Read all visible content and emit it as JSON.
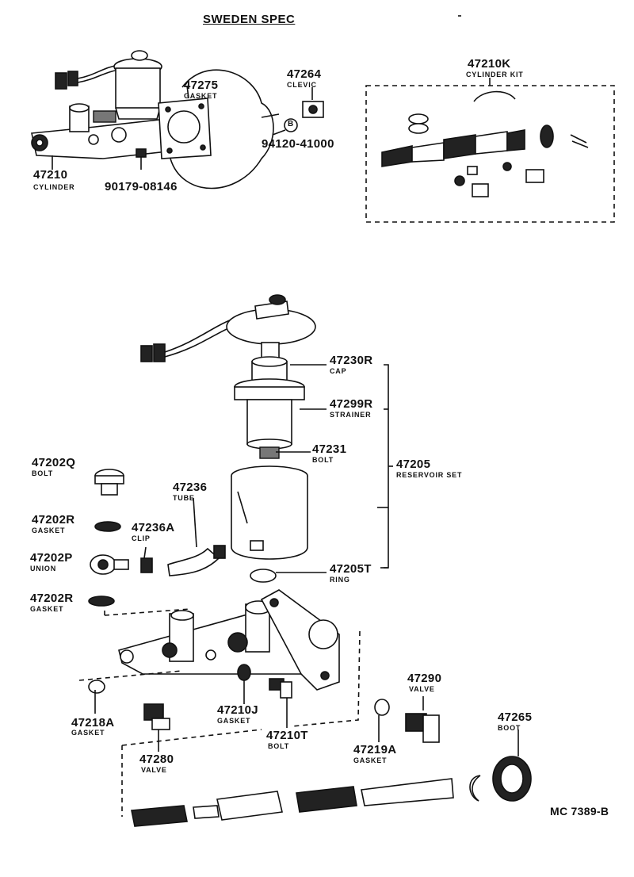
{
  "title": "SWEDEN SPEC",
  "figure_code": "MC 7389-B",
  "circle_mark": "B",
  "parts": {
    "p47210": {
      "number": "47210",
      "name": "CYLINDER"
    },
    "p90179": {
      "number": "90179-08146"
    },
    "p47275": {
      "number": "47275",
      "name": "GASKET"
    },
    "p47264": {
      "number": "47264",
      "name": "CLEVIC"
    },
    "p94120": {
      "number": "94120-41000"
    },
    "p47210K": {
      "number": "47210K",
      "name": "CYLINDER KIT"
    },
    "p47230R": {
      "number": "47230R",
      "name": "CAP"
    },
    "p47299R": {
      "number": "47299R",
      "name": "STRAINER"
    },
    "p47231": {
      "number": "47231",
      "name": "BOLT"
    },
    "p47205": {
      "number": "47205",
      "name": "RESERVOIR SET"
    },
    "p47205T": {
      "number": "47205T",
      "name": "RING"
    },
    "p47202Q": {
      "number": "47202Q",
      "name": "BOLT"
    },
    "p47236": {
      "number": "47236",
      "name": "TUBE"
    },
    "p47202R1": {
      "number": "47202R",
      "name": "GASKET"
    },
    "p47236A": {
      "number": "47236A",
      "name": "CLIP"
    },
    "p47202P": {
      "number": "47202P",
      "name": "UNION"
    },
    "p47202R2": {
      "number": "47202R",
      "name": "GASKET"
    },
    "p47218A": {
      "number": "47218A",
      "name": "GASKET"
    },
    "p47280": {
      "number": "47280",
      "name": "VALVE"
    },
    "p47210J": {
      "number": "47210J",
      "name": "GASKET"
    },
    "p47210T": {
      "number": "47210T",
      "name": "BOLT"
    },
    "p47290": {
      "number": "47290",
      "name": "VALVE"
    },
    "p47219A": {
      "number": "47219A",
      "name": "GASKET"
    },
    "p47265": {
      "number": "47265",
      "name": "BOOT"
    }
  }
}
